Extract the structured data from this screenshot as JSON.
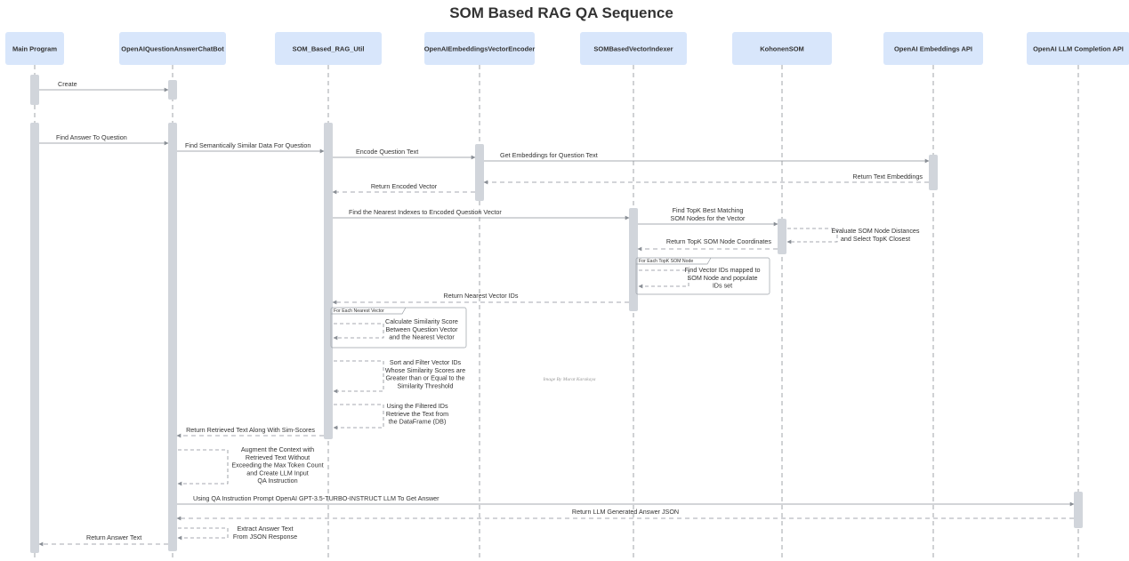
{
  "title": "SOM Based RAG QA Sequence",
  "credit": "Image By Murat Karakaya",
  "colors": {
    "participant_fill": "#d8e6fb",
    "activation_fill": "#d1d5db",
    "line": "#8a8f96",
    "text": "#333333"
  },
  "participants": [
    "Main Program",
    "OpenAIQuestionAnswerChatBot",
    "SOM_Based_RAG_Util",
    "OpenAIEmbeddingsVectorEncoder",
    "SOMBasedVectorIndexer",
    "KohonenSOM",
    "OpenAI Embeddings API",
    "OpenAI LLM Completion API"
  ],
  "messages": [
    {
      "from": 0,
      "to": 1,
      "type": "sync",
      "lines": [
        "Create"
      ]
    },
    {
      "from": 0,
      "to": 1,
      "type": "sync",
      "lines": [
        "Find Answer To Question"
      ]
    },
    {
      "from": 1,
      "to": 2,
      "type": "sync",
      "lines": [
        "Find Semantically Similar Data For Question"
      ]
    },
    {
      "from": 2,
      "to": 3,
      "type": "sync",
      "lines": [
        "Encode Question Text"
      ]
    },
    {
      "from": 3,
      "to": 6,
      "type": "sync",
      "lines": [
        "Get Embeddings for Question Text"
      ]
    },
    {
      "from": 6,
      "to": 3,
      "type": "reply",
      "lines": [
        "Return Text Embeddings"
      ]
    },
    {
      "from": 3,
      "to": 2,
      "type": "reply",
      "lines": [
        "Return Encoded Vector"
      ]
    },
    {
      "from": 2,
      "to": 4,
      "type": "sync",
      "lines": [
        "Find the Nearest Indexes to Encoded Question Vector"
      ]
    },
    {
      "from": 4,
      "to": 5,
      "type": "sync",
      "lines": [
        "Find TopK Best Matching",
        "SOM Nodes for the Vector"
      ]
    },
    {
      "from": 5,
      "to": 5,
      "type": "self",
      "lines": [
        "Evaluate SOM Node Distances",
        "and Select TopK Closest"
      ]
    },
    {
      "from": 5,
      "to": 4,
      "type": "reply",
      "lines": [
        "Return TopK SOM Node Coordinates"
      ]
    },
    {
      "from": 4,
      "to": 4,
      "type": "self",
      "lines": [
        "Find Vector IDs mapped to",
        "SOM Node and populate",
        "IDs set"
      ]
    },
    {
      "from": 4,
      "to": 2,
      "type": "reply",
      "lines": [
        "Return Nearest Vector IDs"
      ]
    },
    {
      "from": 2,
      "to": 2,
      "type": "self",
      "lines": [
        "Calculate Similarity Score",
        "Between Question Vector",
        "and the Nearest Vector"
      ]
    },
    {
      "from": 2,
      "to": 2,
      "type": "self",
      "lines": [
        "Sort and Filter Vector IDs",
        "Whose Similarity Scores are",
        "Greater than or Equal to the",
        "Similarity Threshold"
      ]
    },
    {
      "from": 2,
      "to": 2,
      "type": "self",
      "lines": [
        "Using the Filtered IDs",
        "Retrieve the Text from",
        "the DataFrame (DB)"
      ]
    },
    {
      "from": 2,
      "to": 1,
      "type": "reply",
      "lines": [
        "Return Retrieved Text Along With Sim-Scores"
      ]
    },
    {
      "from": 1,
      "to": 1,
      "type": "self",
      "lines": [
        "Augment the Context with",
        "Retrieved Text Without",
        "Exceeding the Max Token Count",
        "and Create LLM Input",
        "QA Instruction"
      ]
    },
    {
      "from": 1,
      "to": 7,
      "type": "sync",
      "lines": [
        "Using QA Instruction Prompt OpenAI GPT-3.5-TURBO-INSTRUCT LLM To Get Answer"
      ]
    },
    {
      "from": 7,
      "to": 1,
      "type": "reply",
      "lines": [
        "Return LLM Generated Answer JSON"
      ]
    },
    {
      "from": 1,
      "to": 1,
      "type": "self",
      "lines": [
        "Extract Answer Text",
        "From JSON Response"
      ]
    },
    {
      "from": 1,
      "to": 0,
      "type": "reply",
      "lines": [
        "Return Answer Text"
      ]
    }
  ],
  "fragments": [
    {
      "owner": 4,
      "label": "For Each TopK SOM Node"
    },
    {
      "owner": 2,
      "label": "For Each Nearest Vector"
    }
  ]
}
